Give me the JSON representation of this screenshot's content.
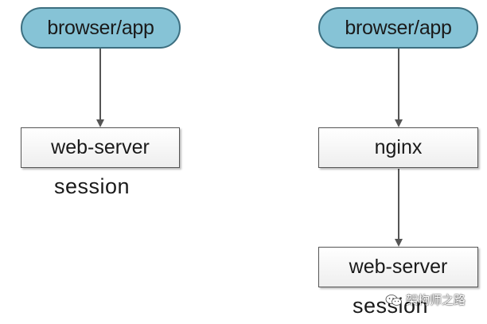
{
  "diagrams": [
    {
      "client_label": "browser/app",
      "server_label": "web-server",
      "state_label": "session"
    },
    {
      "client_label": "browser/app",
      "proxy_label": "nginx",
      "server_label": "web-server",
      "state_label": "session"
    }
  ],
  "watermark": {
    "text": "架构师之路",
    "icon": "wechat-icon"
  },
  "colors": {
    "client_fill": "#86c3d6",
    "client_border": "#3d6f80",
    "box_border": "#555555",
    "arrow": "#555555"
  }
}
